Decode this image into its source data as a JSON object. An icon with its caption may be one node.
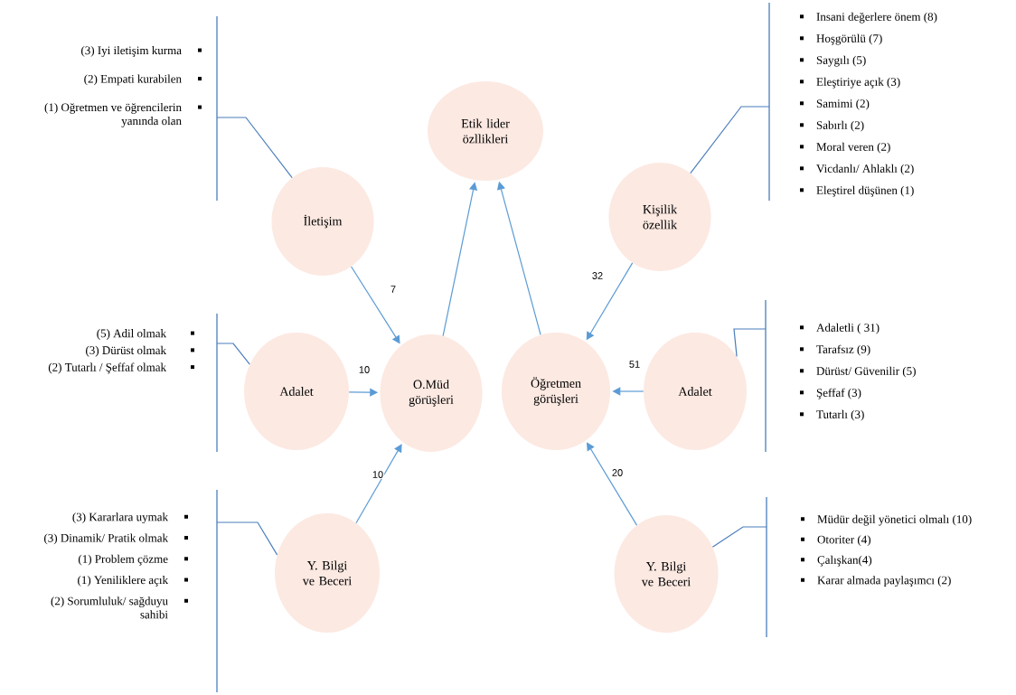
{
  "diagram": {
    "nodes": [
      {
        "text": [
          "Etik lider özllikleri"
        ]
      },
      {
        "text": [
          "İletişim"
        ]
      },
      {
        "text": [
          "Kişilik özellik"
        ]
      },
      {
        "text": [
          "Adalet"
        ]
      },
      {
        "text": [
          "O.Müd görüşleri"
        ]
      },
      {
        "text": [
          "Öğretmen görüşleri"
        ]
      },
      {
        "text": [
          "Adalet"
        ]
      },
      {
        "text": [
          "Y. Bilgi ve Beceri"
        ]
      },
      {
        "text": [
          "Y. Bilgi ve Beceri"
        ]
      },
      {
        "text": [
          "(3) Iyi iletişim kurma",
          "(2) Empati kurabilen",
          "(1) Oğretmen ve öğrencilerin yanında olan"
        ]
      },
      {
        "text": [
          "Insani değerlere önem (8)",
          "Hoşgörülü (7)",
          "Saygılı (5)",
          "Eleştiriye açık (3)",
          "Samimi (2)",
          "Sabırlı (2)",
          "Moral veren (2)",
          "Vicdanlı/ Ahlaklı (2)",
          "Eleştirel düşünen (1)"
        ]
      },
      {
        "text": [
          "(5) Adil olmak",
          "(3) Dürüst olmak",
          "(2) Tutarlı / Şeffaf olmak"
        ]
      },
      {
        "text": [
          "Adaletli ( 31)",
          "Tarafsız (9)",
          "Dürüst/ Güvenilir (5)",
          "Şeffaf (3)",
          "Tutarlı (3)"
        ]
      },
      {
        "text": [
          "(3) Kararlara uymak",
          "(3) Dinamik/ Pratik olmak",
          "(1) Problem çözme",
          "(1) Yeniliklere açık",
          "(2) Sorumluluk/ sağduyu sahibi"
        ]
      },
      {
        "text": [
          "Müdür değil yönetici olmalı (10)",
          "Otoriter (4)",
          "Çalışkan(4)",
          "Karar almada paylaşımcı (2)"
        ]
      }
    ],
    "edges": [
      {
        "from": 1,
        "to": 4,
        "arrow": "to",
        "label": "7"
      },
      {
        "from": 3,
        "to": 4,
        "arrow": "to",
        "label": "10"
      },
      {
        "from": 7,
        "to": 4,
        "arrow": "to",
        "label": "10"
      },
      {
        "from": 4,
        "to": 0,
        "arrow": "to"
      },
      {
        "from": 5,
        "to": 0,
        "arrow": "to"
      },
      {
        "from": 2,
        "to": 5,
        "arrow": "to",
        "label": "32"
      },
      {
        "from": 6,
        "to": 5,
        "arrow": "to",
        "label": "51"
      },
      {
        "from": 8,
        "to": 5,
        "arrow": "to",
        "label": "20"
      },
      {
        "from": 1,
        "to": 9,
        "arrow": "none",
        "color": "#4a7ebb"
      },
      {
        "from": 2,
        "to": 10,
        "arrow": "none",
        "color": "#4a7ebb"
      },
      {
        "from": 3,
        "to": 11,
        "arrow": "none",
        "color": "#4a7ebb"
      },
      {
        "from": 6,
        "to": 12,
        "arrow": "none",
        "color": "#4a7ebb"
      },
      {
        "from": 7,
        "to": 13,
        "arrow": "none",
        "color": "#4a7ebb"
      },
      {
        "from": 8,
        "to": 14,
        "arrow": "none",
        "color": "#4a7ebb"
      }
    ]
  }
}
